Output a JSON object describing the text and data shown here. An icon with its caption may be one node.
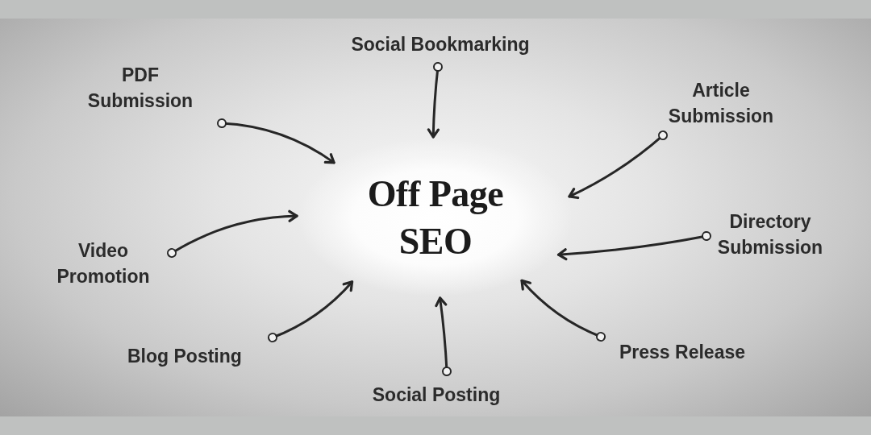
{
  "diagram": {
    "nodes": [
      {
        "text": [
          "Social Bookmarking"
        ]
      },
      {
        "text": [
          "PDF Submission"
        ]
      },
      {
        "text": [
          "Article Submission"
        ]
      },
      {
        "text": [
          "Off Page SEO"
        ]
      },
      {
        "text": [
          "Directory Submission"
        ]
      },
      {
        "text": [
          "Video Promotion"
        ]
      },
      {
        "text": [
          "Press Release"
        ]
      },
      {
        "text": [
          "Blog Posting"
        ]
      },
      {
        "text": [
          "Social Posting"
        ]
      }
    ],
    "edges": [
      {
        "from": 0,
        "to": 3,
        "arrow": "to"
      },
      {
        "from": 1,
        "to": 3,
        "arrow": "to"
      },
      {
        "from": 2,
        "to": 3,
        "arrow": "to"
      },
      {
        "from": 4,
        "to": 3,
        "arrow": "to"
      },
      {
        "from": 5,
        "to": 3,
        "arrow": "to"
      },
      {
        "from": 6,
        "to": 3,
        "arrow": "to"
      },
      {
        "from": 7,
        "to": 3,
        "arrow": "to"
      },
      {
        "from": 8,
        "to": 3,
        "arrow": "to"
      }
    ]
  }
}
